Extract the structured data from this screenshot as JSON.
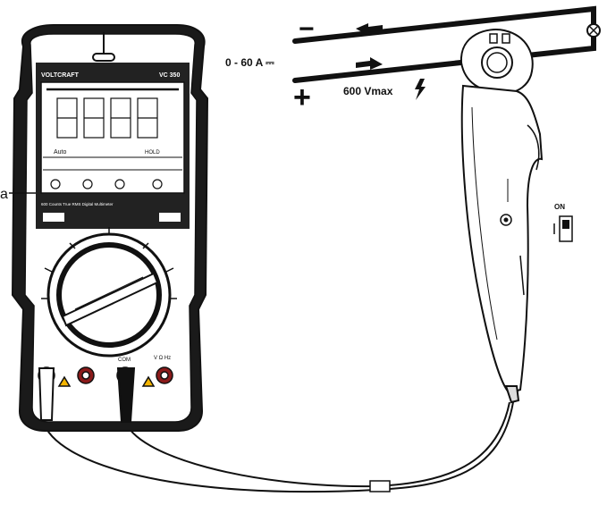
{
  "meter": {
    "brand": "VOLTCRAFT",
    "model": "VC 350",
    "subtitle": "600 Counts True RMS Digital Multimeter",
    "lcd_labels": [
      "Auto",
      "HOLD"
    ],
    "terminal_labels": [
      "COM",
      "V Ω Hz"
    ],
    "side_label": "a"
  },
  "labels": {
    "current_range": "0 - 60 A ⎓",
    "voltage_max": "600 Vmax",
    "minus": "−",
    "plus": "+",
    "switch_label": "ON"
  },
  "colors": {
    "line": "#111111",
    "paper": "#ffffff",
    "display": "#2a2a2a",
    "jack_red": "#8b1a1a"
  }
}
